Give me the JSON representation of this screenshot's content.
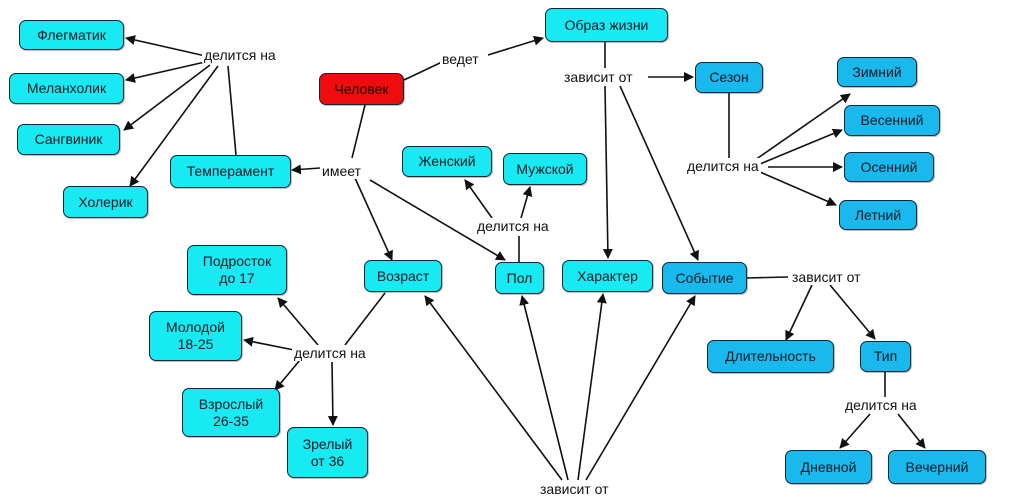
{
  "nodes": {
    "chelovek": "Человек",
    "flegmatik": "Флегматик",
    "melanholik": "Меланхолик",
    "sangvinik": "Сангвиник",
    "holerik": "Холерик",
    "temperament": "Темперамент",
    "obraz_zhizni": "Образ жизни",
    "sezon": "Сезон",
    "zimniy": "Зимний",
    "vesenniy": "Весенний",
    "osenniy": "Осенний",
    "letniy": "Летний",
    "zhenskiy": "Женский",
    "muzhskoy": "Мужской",
    "vozrast": "Возраст",
    "pol": "Пол",
    "harakter": "Характер",
    "sobytie": "Событие",
    "podrostok": "Подросток\nдо 17",
    "molodoy": "Молодой\n18-25",
    "vzrosly": "Взрослый\n26-35",
    "zrely": "Зрелый\nот 36",
    "dlitelnost": "Длительность",
    "tip": "Тип",
    "dnevnoy": "Дневной",
    "vecherniy": "Вечерний"
  },
  "labels": {
    "delitsya_temperament": "делится на",
    "vedet": "ведет",
    "imeet": "имеет",
    "zavisit_obraz": "зависит от",
    "delitsya_sezon": "делится на",
    "delitsya_pol": "делится на",
    "delitsya_vozrast": "делится на",
    "zavisit_sobytie": "зависит от",
    "delitsya_tip": "делится на",
    "zavisit_bottom": "зависит от"
  },
  "colors": {
    "leaf": "#18eaf4",
    "concept": "#19b9ee",
    "root": "#ee0d0d",
    "line": "#111111"
  }
}
